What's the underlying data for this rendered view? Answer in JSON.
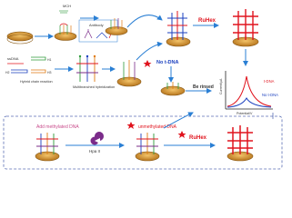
{
  "labels": {
    "mch": "MCH",
    "antibody": "Antibody",
    "ssdna": "ssDNA",
    "hybrid_chain_reaction": "Hybrid chain reaction",
    "multibranched_hybridization": "Multibranched hybridization",
    "h1": "H1",
    "h2": "H2",
    "h3": "H3",
    "no_t_dna": "No t-DNA",
    "rutex_top": "RuHex",
    "be_rinsed": "Be rinsed",
    "y_axis": "Current/μA",
    "x_axis": "Potential/V",
    "t_dna": "t-DNA",
    "no_t_dna_legend": "No t-DNA",
    "add_methylated_dna": "Add methylated DNA",
    "hpa_ii": "Hpa II",
    "unmethylated_dna": "unmethylated DNA",
    "rutex_bottom": "RuHex"
  },
  "colors": {
    "arrow_blue": "#2a7fd4",
    "red": "#e0141e",
    "blue": "#1a3fbf",
    "green": "#2e9a3a",
    "orange": "#e07a10",
    "purple": "#7b2c8a",
    "dashed_box": "#5b6fb5"
  }
}
